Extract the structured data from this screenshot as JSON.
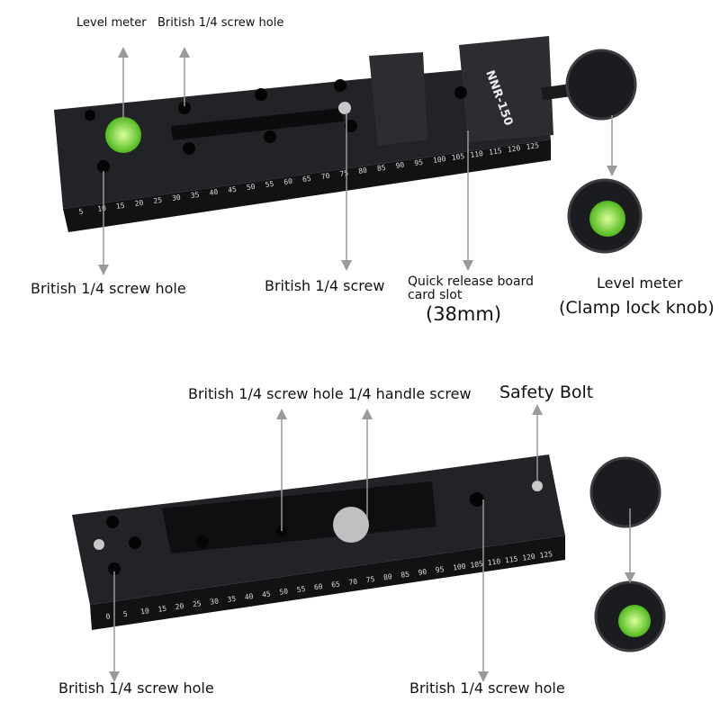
{
  "top_section": {
    "labels": {
      "level_meter": "Level meter",
      "screw_hole_top": "British 1/4 screw hole",
      "screw_hole_left": "British 1/4 screw hole",
      "screw": "British 1/4 screw",
      "slot_line1": "Quick release board",
      "slot_line2": "card slot",
      "slot_size": "(38mm)",
      "knob_line1": "Level meter",
      "knob_line2": "(Clamp lock knob)"
    },
    "plate_model": "NNR-150",
    "scale": [
      "5",
      "10",
      "15",
      "20",
      "25",
      "30",
      "35",
      "40",
      "45",
      "50",
      "55",
      "60",
      "65",
      "70",
      "75",
      "80",
      "85",
      "90",
      "95",
      "100",
      "105",
      "110",
      "115",
      "120",
      "125"
    ]
  },
  "bottom_section": {
    "labels": {
      "screw_hole_handle": "British 1/4 screw hole 1/4 handle screw",
      "safety_bolt": "Safety Bolt",
      "screw_hole_left": "British 1/4 screw hole",
      "screw_hole_right": "British 1/4 screw hole"
    },
    "scale": [
      "0",
      "5",
      "10",
      "15",
      "20",
      "25",
      "30",
      "35",
      "40",
      "45",
      "50",
      "55",
      "60",
      "65",
      "70",
      "75",
      "80",
      "85",
      "90",
      "95",
      "100",
      "105",
      "110",
      "115",
      "120",
      "125"
    ]
  },
  "colors": {
    "metal": "#1e1f22",
    "metal_edge": "#3a3c40",
    "bubble": "#7be33a",
    "arrow": "#9a9a9a"
  }
}
